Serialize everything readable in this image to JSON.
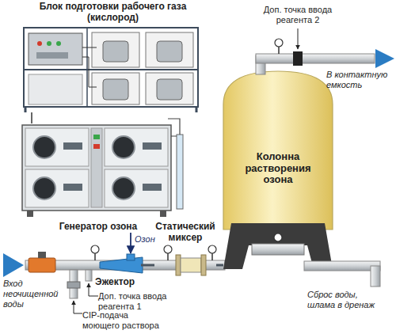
{
  "diagram": {
    "nodes": [
      {
        "text": [
          "Блок подготовки рабочего газа (кислород)"
        ]
      },
      {
        "text": [
          "Генератор озона"
        ]
      },
      {
        "text": [
          "Эжектор"
        ]
      },
      {
        "text": [
          "Статический миксер"
        ]
      },
      {
        "text": [
          "Колонна растворения озона"
        ]
      }
    ],
    "edges": [
      {
        "from": 0,
        "to": 1,
        "arrow": "none"
      },
      {
        "from": 1,
        "to": 2,
        "arrow": "to",
        "label": "Озон"
      },
      {
        "from": 2,
        "to": 3,
        "arrow": "none"
      },
      {
        "from": 3,
        "to": 4,
        "arrow": "none"
      }
    ],
    "labels": [
      "Доп. точка ввода реагента 2",
      "В контактную емкость",
      "Вход неочищенной воды",
      "Доп. точка ввода реагента 1",
      "CIP-подача моющего раствора",
      "Сброс воды, шлама в дренаж"
    ]
  }
}
